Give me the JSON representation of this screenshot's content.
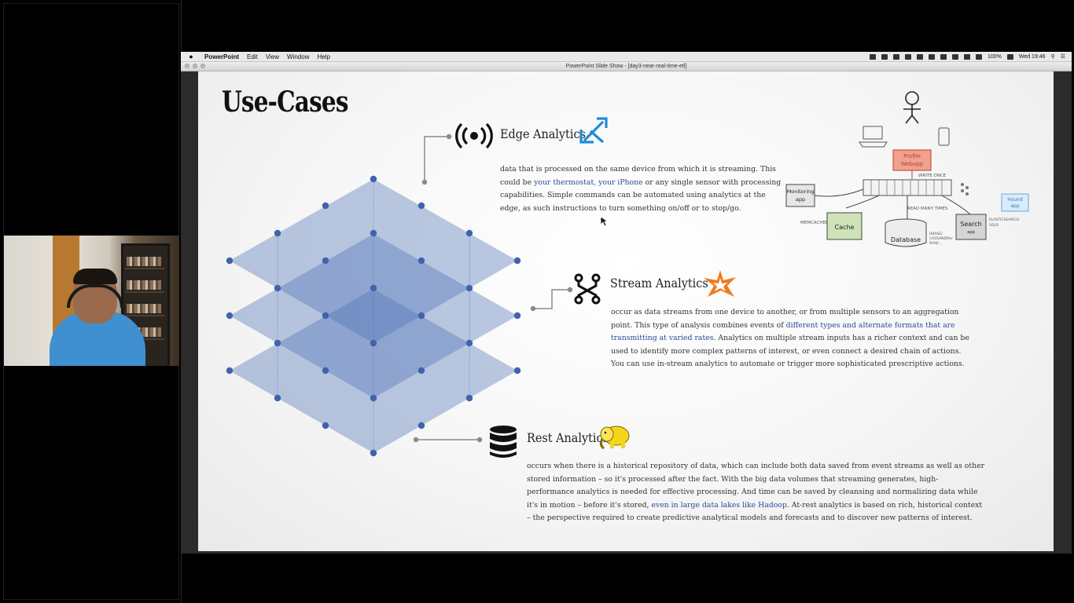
{
  "menubar": {
    "app_name": "PowerPoint",
    "menus": [
      "Edit",
      "View",
      "Window",
      "Help"
    ],
    "status": {
      "battery": "100%",
      "datetime": "Wed 19:46"
    }
  },
  "window": {
    "title": "PowerPoint Slide Show - [day3-near-real-time-etl]"
  },
  "slide": {
    "title": "Use-Cases",
    "sections": [
      {
        "title": "Edge Analytics",
        "lines": [
          [
            {
              "t": "data that is processed on the same device from which it is streaming. This"
            }
          ],
          [
            {
              "t": "could be "
            },
            {
              "t": "your thermostat, your iPhone",
              "hl": true
            },
            {
              "t": " or any single sensor with processing"
            }
          ],
          [
            {
              "t": "capabilities. Simple commands can be automated using analytics at the"
            }
          ],
          [
            {
              "t": "edge, as such instructions to turn something on/off or to stop/go."
            }
          ]
        ]
      },
      {
        "title": "Stream Analytics",
        "lines": [
          [
            {
              "t": "occur as data streams from one device to another, or from multiple sensors to an aggregation"
            }
          ],
          [
            {
              "t": "point. This type of analysis combines events of "
            },
            {
              "t": "different types and alternate formats that are",
              "hl": true
            }
          ],
          [
            {
              "t": "transmitting at varied rates",
              "hl": true
            },
            {
              "t": ". Analytics on multiple stream inputs has a richer context and can be"
            }
          ],
          [
            {
              "t": "used to identify more complex patterns of interest, or even connect a desired chain of actions."
            }
          ],
          [
            {
              "t": "You can use in-stream analytics to automate or trigger more sophisticated prescriptive actions."
            }
          ]
        ]
      },
      {
        "title": "Rest Analytics",
        "lines": [
          [
            {
              "t": "occurs when there is a historical repository of data, which can include both data saved from event streams as well as other"
            }
          ],
          [
            {
              "t": "stored information – so it's processed after the fact. With the big data volumes that streaming generates, high-"
            }
          ],
          [
            {
              "t": "performance analytics is needed for effective processing. And time can be saved by cleansing and normalizing data while"
            }
          ],
          [
            {
              "t": "it's in motion – before it's stored, "
            },
            {
              "t": "even in large data lakes like Hadoop",
              "hl": true
            },
            {
              "t": ". At-rest analytics is based on rich, historical context"
            }
          ],
          [
            {
              "t": "– the perspective required to create predictive analytical models and forecasts and to discover new patterns of interest."
            }
          ]
        ]
      }
    ],
    "sketch": {
      "profile_webapp": "Profile\nWebapp",
      "write_once": "WRITE ONCE",
      "monitoring_app": "Monitoring\napp",
      "read_many": "READ MANY TIMES",
      "memcached": "MEMCACHED",
      "cache": "Cache",
      "database": "Database",
      "db_note": "HBASE/\nCASSANDRA/\nRIAK/...",
      "search": "Search",
      "search_app": "app",
      "search_note": "ELASTICSEARCH/\nSOLR",
      "hound_app": "Hound\napp"
    },
    "accent_blue": "#4d72b6",
    "link_color": "#2a4a9a"
  }
}
